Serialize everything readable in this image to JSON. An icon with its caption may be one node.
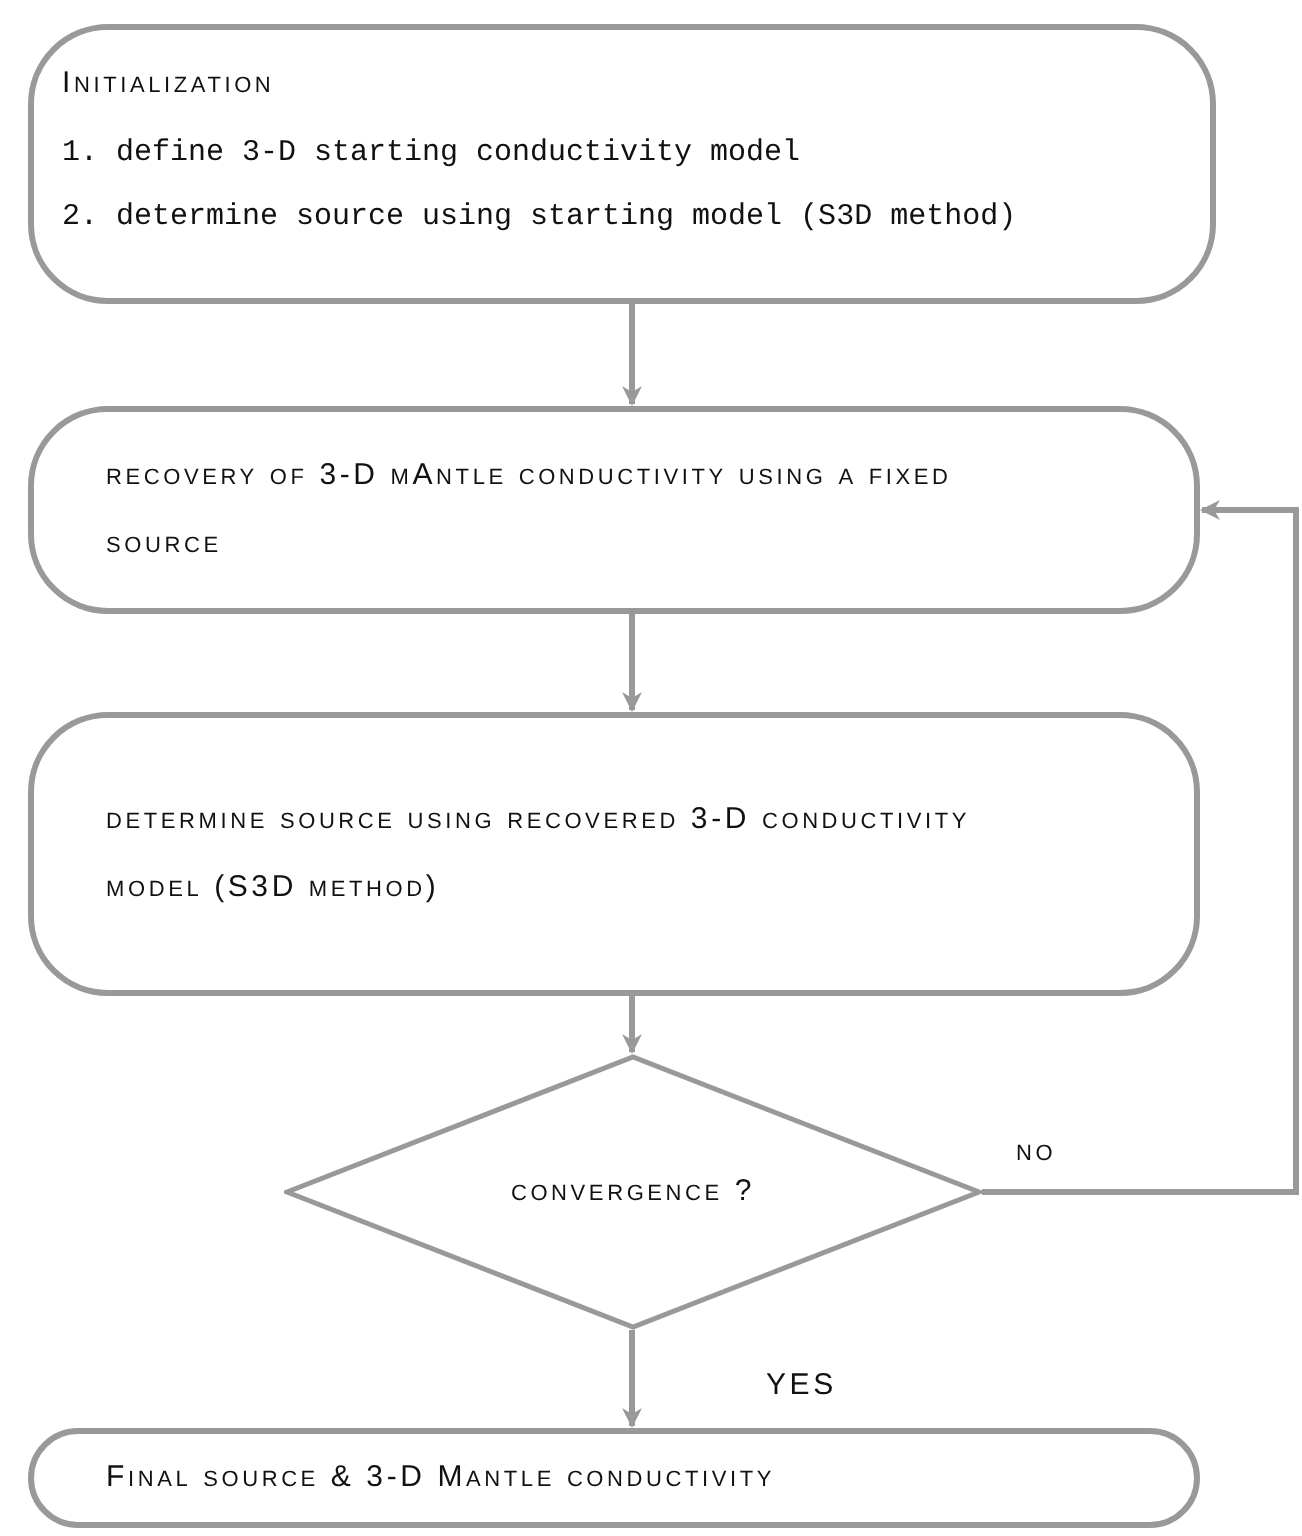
{
  "diagram": {
    "nodes": [
      {
        "text": [
          "Initialization",
          "1. define 3-D starting conductivity model",
          "2. determine source using starting model (S3D method)"
        ]
      },
      {
        "text": [
          "recovery of 3-D mAntle conductivity using a fixed source"
        ]
      },
      {
        "text": [
          "determine source using recovered 3-D conductivity model (S3D method)"
        ]
      },
      {
        "text": [
          "convergence ?"
        ]
      },
      {
        "text": [
          "Final source & 3-D Mantle conductivity"
        ]
      }
    ],
    "edges": [
      {
        "from": 0,
        "to": 1,
        "arrow": "to"
      },
      {
        "from": 1,
        "to": 2,
        "arrow": "to"
      },
      {
        "from": 2,
        "to": 3,
        "arrow": "to"
      },
      {
        "from": 3,
        "to": 4,
        "arrow": "to",
        "label": "YES"
      },
      {
        "from": 3,
        "to": 1,
        "arrow": "to",
        "label": "no"
      }
    ]
  }
}
